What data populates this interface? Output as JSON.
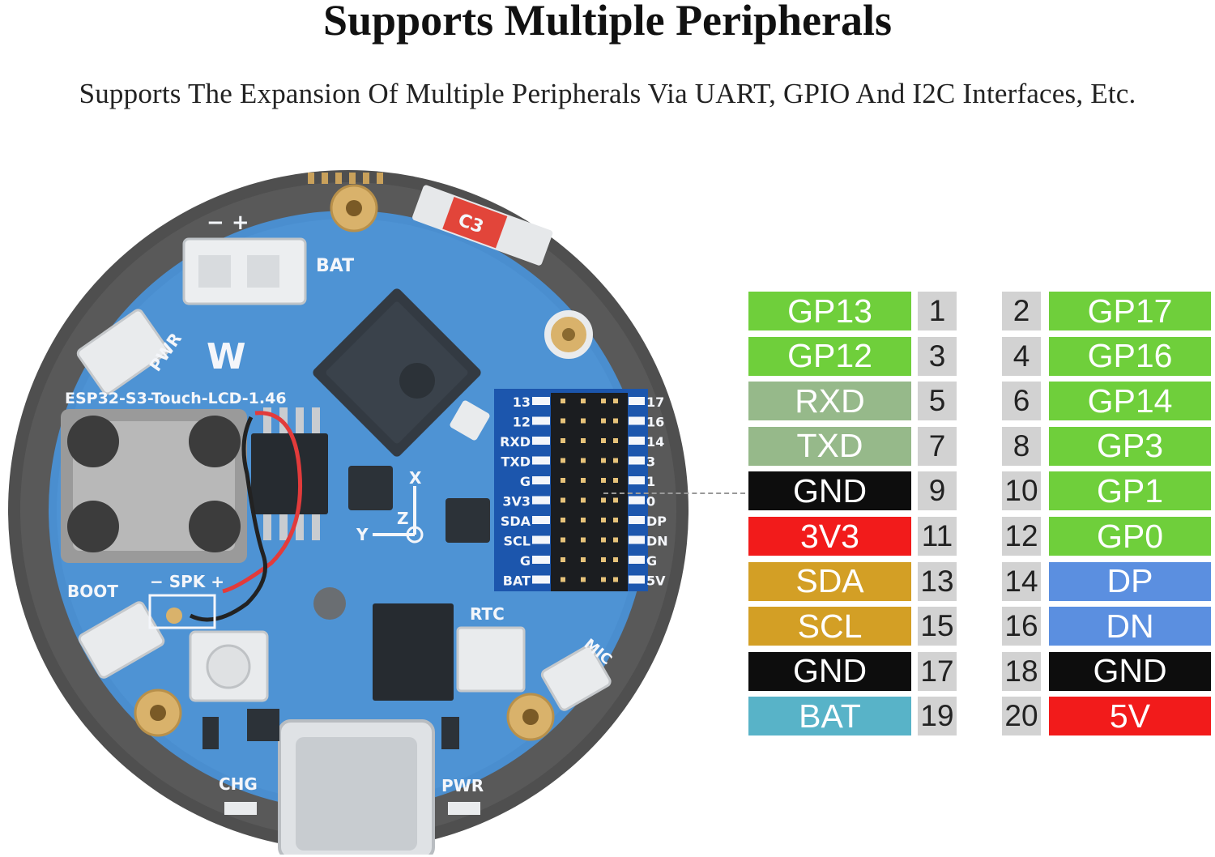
{
  "title": "Supports Multiple Peripherals",
  "subtitle": "Supports The Expansion Of Multiple Peripherals Via UART, GPIO And I2C Interfaces, Etc.",
  "board": {
    "model_label": "ESP32-S3-Touch-LCD-1.46",
    "bat_label": "BAT",
    "pwr_label": "PWR",
    "boot_label": "BOOT",
    "spk_label": "− SPK +",
    "rtc_label": "RTC",
    "mic_label": "MIC",
    "chg_label": "CHG",
    "pwr2_label": "PWR",
    "cap_label": "C3",
    "axis_x": "X",
    "axis_y": "Y",
    "axis_z": "Z",
    "header_left": [
      "13",
      "12",
      "RXD",
      "TXD",
      "G",
      "3V3",
      "SDA",
      "SCL",
      "G",
      "BAT"
    ],
    "header_right": [
      "17",
      "16",
      "14",
      "3",
      "1",
      "0",
      "DP",
      "DN",
      "G",
      "5V"
    ]
  },
  "pins_left": [
    {
      "name": "GP13",
      "num": "1",
      "color": "#6fcf3b"
    },
    {
      "name": "GP12",
      "num": "3",
      "color": "#6fcf3b"
    },
    {
      "name": "RXD",
      "num": "5",
      "color": "#96b98a"
    },
    {
      "name": "TXD",
      "num": "7",
      "color": "#96b98a"
    },
    {
      "name": "GND",
      "num": "9",
      "color": "#0d0d0d"
    },
    {
      "name": "3V3",
      "num": "11",
      "color": "#f21b1b"
    },
    {
      "name": "SDA",
      "num": "13",
      "color": "#d39f25"
    },
    {
      "name": "SCL",
      "num": "15",
      "color": "#d39f25"
    },
    {
      "name": "GND",
      "num": "17",
      "color": "#0d0d0d"
    },
    {
      "name": "BAT",
      "num": "19",
      "color": "#58b3c8"
    }
  ],
  "pins_right": [
    {
      "name": "GP17",
      "num": "2",
      "color": "#6fcf3b"
    },
    {
      "name": "GP16",
      "num": "4",
      "color": "#6fcf3b"
    },
    {
      "name": "GP14",
      "num": "6",
      "color": "#6fcf3b"
    },
    {
      "name": "GP3",
      "num": "8",
      "color": "#6fcf3b"
    },
    {
      "name": "GP1",
      "num": "10",
      "color": "#6fcf3b"
    },
    {
      "name": "GP0",
      "num": "12",
      "color": "#6fcf3b"
    },
    {
      "name": "DP",
      "num": "14",
      "color": "#5b8fe0"
    },
    {
      "name": "DN",
      "num": "16",
      "color": "#5b8fe0"
    },
    {
      "name": "GND",
      "num": "18",
      "color": "#0d0d0d"
    },
    {
      "name": "5V",
      "num": "20",
      "color": "#f21b1b"
    }
  ]
}
